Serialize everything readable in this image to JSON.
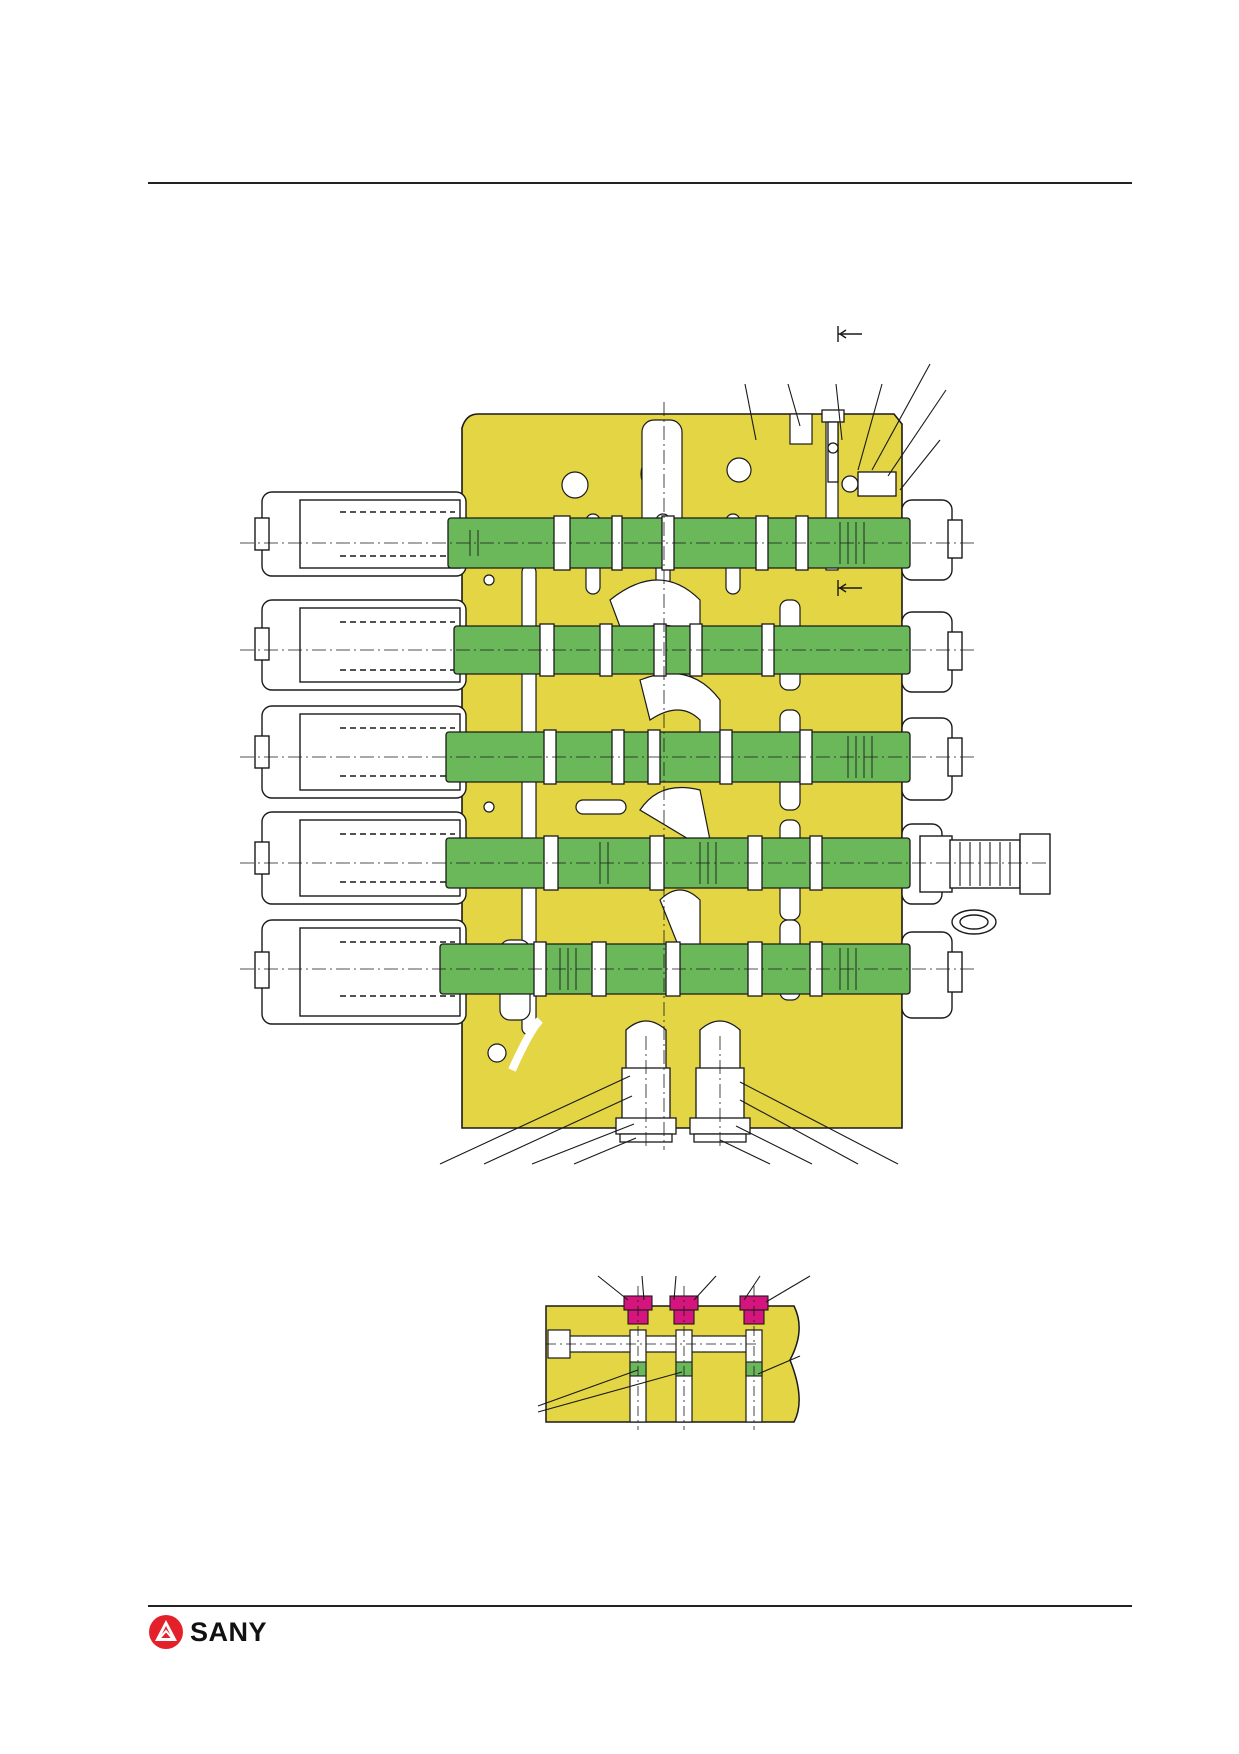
{
  "brand": {
    "name": "SANY",
    "logo_color": "#e4212b"
  },
  "diagram": {
    "main_body_color": "#e3d544",
    "spool_color": "#6bb85b",
    "plug_color": "#d5157d",
    "line_color": "#1a1a1a",
    "main_spool_count": 5,
    "sub_view_plug_count": 3
  }
}
